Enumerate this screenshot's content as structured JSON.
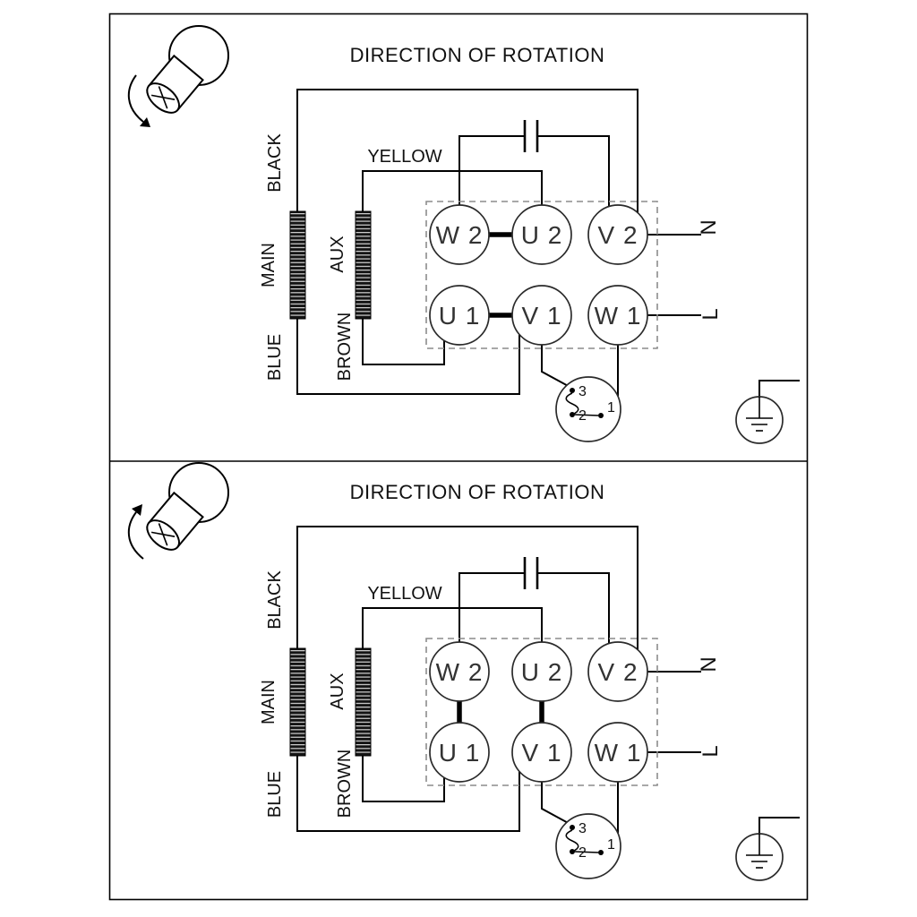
{
  "diagram": {
    "type": "single-phase-motor-wiring-diagram",
    "background": "#ffffff",
    "line_color": "#000000",
    "terminal_box_dash_color": "#8c8c8c"
  },
  "panels": [
    {
      "title": "DIRECTION OF ROTATION",
      "rotation_arrow": "counterclockwise",
      "wires": {
        "black": "BLACK",
        "main": "MAIN",
        "blue": "BLUE",
        "aux": "AUX",
        "brown": "BROWN",
        "yellow": "YELLOW"
      },
      "terminals": {
        "w2": "W 2",
        "u2": "U 2",
        "v2": "V 2",
        "u1": "U 1",
        "v1": "V 1",
        "w1": "W 1"
      },
      "links": [
        "W2-U2",
        "U1-V1"
      ],
      "link_orientation": "horizontal",
      "power": {
        "neutral": "N",
        "line": "L"
      },
      "thermal_switch": {
        "contact_3": "3",
        "contact_2": "2",
        "contact_1": "1"
      },
      "has_capacitor": true,
      "has_earth_symbol": true
    },
    {
      "title": "DIRECTION OF ROTATION",
      "rotation_arrow": "clockwise",
      "wires": {
        "black": "BLACK",
        "main": "MAIN",
        "blue": "BLUE",
        "aux": "AUX",
        "brown": "BROWN",
        "yellow": "YELLOW"
      },
      "terminals": {
        "w2": "W 2",
        "u2": "U 2",
        "v2": "V 2",
        "u1": "U 1",
        "v1": "V 1",
        "w1": "W 1"
      },
      "links": [
        "W2-U1",
        "U2-V1"
      ],
      "link_orientation": "vertical",
      "power": {
        "neutral": "N",
        "line": "L"
      },
      "thermal_switch": {
        "contact_3": "3",
        "contact_2": "2",
        "contact_1": "1"
      },
      "has_capacitor": true,
      "has_earth_symbol": true
    }
  ]
}
